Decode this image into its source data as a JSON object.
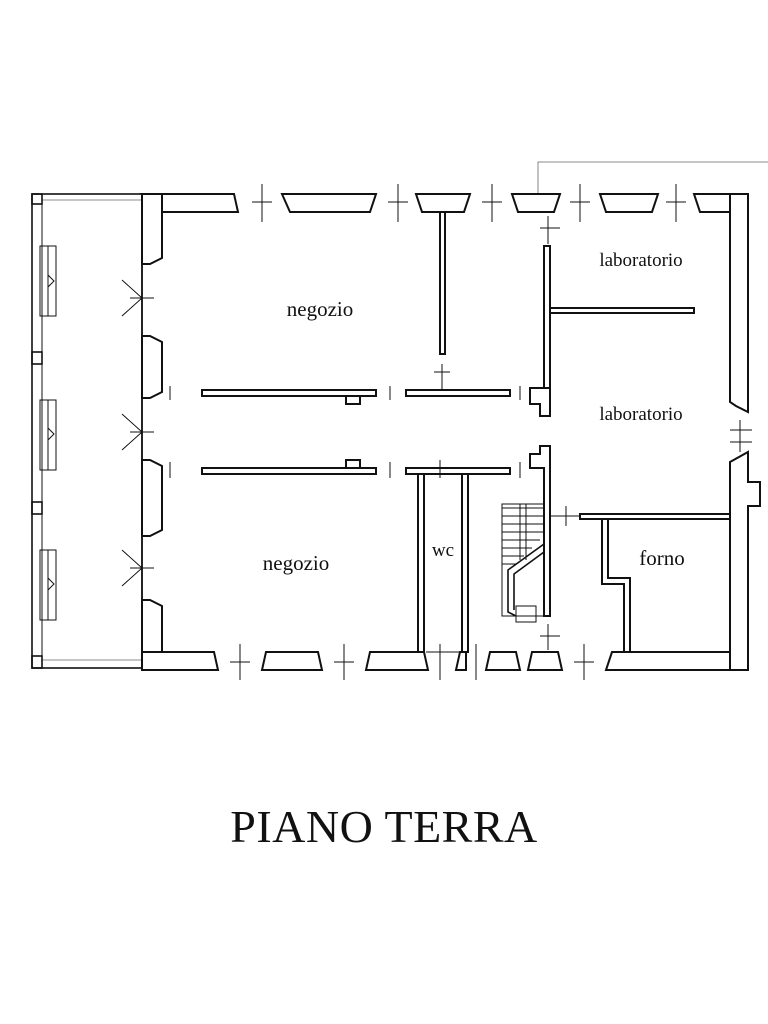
{
  "plan": {
    "title": "PIANO TERRA",
    "rooms": {
      "shop_top": "negozio",
      "shop_bottom": "negozio",
      "lab_top": "laboratorio",
      "lab_middle": "laboratorio",
      "wc": "wc",
      "oven": "forno"
    }
  }
}
